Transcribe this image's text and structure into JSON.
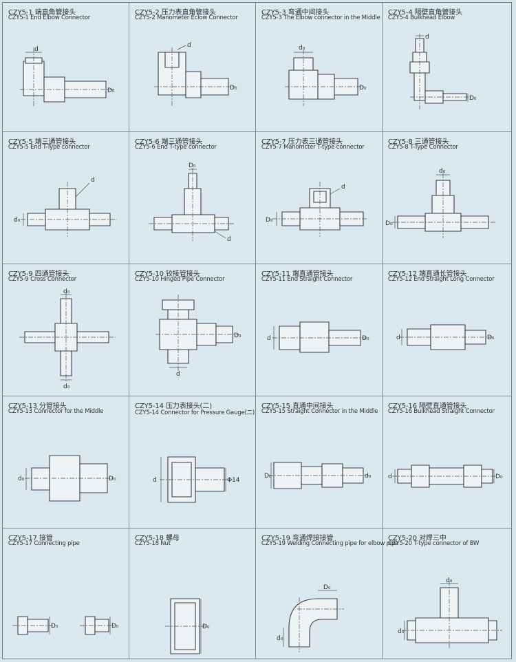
{
  "items": [
    {
      "cn": "CZY5-1 端直角管接头",
      "en": "CZY5-1 End Elbow Connector",
      "dims": [
        "d",
        "D₀"
      ]
    },
    {
      "cn": "CZY5-2 压力表直角管接头",
      "en": "CZY5-2 Manometer Eclow Connector",
      "dims": [
        "d",
        "D₀"
      ]
    },
    {
      "cn": "CZY5-3 弯通中间接头",
      "en": "CZY5-3  The Elbow connector in the Middle",
      "dims": [
        "d₀",
        "D₀"
      ]
    },
    {
      "cn": "CZY5-4 隔壁直角管接头",
      "en": "CZY5-4 Bulkhead Elbow",
      "dims": [
        "d",
        "D₀"
      ]
    },
    {
      "cn": "CZY5-5 端三通管接头",
      "en": "CZY5-5  End T-Type connector",
      "dims": [
        "d",
        "d₀"
      ]
    },
    {
      "cn": "CZY5-6 端三通管接头",
      "en": "CZY5-6  End T-type connector",
      "dims": [
        "D₀",
        "d"
      ]
    },
    {
      "cn": "CZY5-7 压力表三通管接头",
      "en": "CZY5-7 Manomcter T-type connector",
      "dims": [
        "d",
        "D₀"
      ]
    },
    {
      "cn": "CZY5-8 三通管接头",
      "en": "CZY5-8  T-Type Connector",
      "dims": [
        "d₀",
        "D₀"
      ]
    },
    {
      "cn": "CZY5-9 四通管接头",
      "en": "CZY5-9 Cross Connector",
      "dims": [
        "d₀",
        "d₀"
      ]
    },
    {
      "cn": "CZY5-10 铰接管接头",
      "en": "CZY5-10 Hinged Pipe Connector",
      "dims": [
        "d",
        "D₀"
      ]
    },
    {
      "cn": "CZY5-11 端直通管接头",
      "en": "CZY5-11 End Straight Connector",
      "dims": [
        "d",
        "D₀"
      ]
    },
    {
      "cn": "CZY5-12 端直通长管接头",
      "en": "CZY5-12 End Straight Long Connector",
      "dims": [
        "d",
        "D₀"
      ]
    },
    {
      "cn": "CZY5-13 分管接头",
      "en": "CZY5-13 Connector for the Middle",
      "dims": [
        "d₀",
        "D₀"
      ]
    },
    {
      "cn": "CZY5-14 压力表接头(二)",
      "en": "CZY5-14 Connector for Pressure Gauge(二)",
      "dims": [
        "d",
        "Φ14"
      ]
    },
    {
      "cn": "CZY5-15 直通中间接头",
      "en": "CZY5-15 Straight Connector in the Middle",
      "dims": [
        "D₀",
        "d₀"
      ]
    },
    {
      "cn": "CZY5-16 隔壁直通管接头",
      "en": "CZY5-16  Bulkhead Straight Connector",
      "dims": [
        "d",
        "D₀"
      ]
    },
    {
      "cn": "CZY5-17 接管",
      "en": "CZY5-17 Connecting pipe",
      "dims": [
        "D₀",
        "D₀"
      ]
    },
    {
      "cn": "CZY5-18 螺母",
      "en": "CZY5-18 Nut",
      "dims": [
        "D₀",
        ""
      ]
    },
    {
      "cn": "CZY5-19 弯通焊接接管",
      "en": "CZY5-19 Welding Connecting pipe for elbow pipe",
      "dims": [
        "D₀",
        "d₀"
      ]
    },
    {
      "cn": "CZY5-20 对焊三中",
      "en": "CZY5-20 T-type connector of BW",
      "dims": [
        "d₀",
        "d₀"
      ]
    }
  ]
}
